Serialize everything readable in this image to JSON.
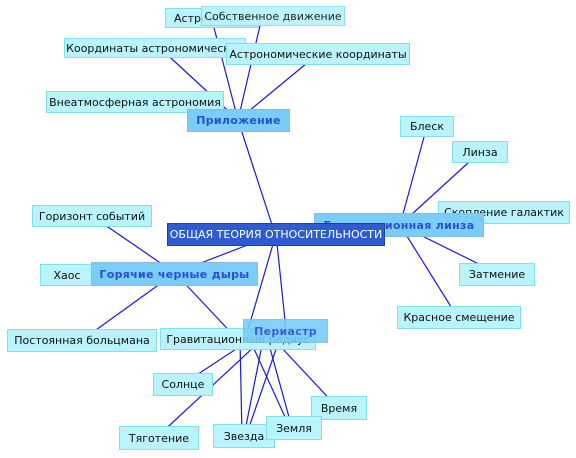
{
  "root": {
    "label": "ОБЩАЯ ТЕОРИЯ ОТНОСИТЕЛЬНОСТИ"
  },
  "hubs": {
    "application": "Приложение",
    "lens": "Гравитационная линза",
    "black_holes": "Горячие черные дыры",
    "periastron": "Периастр"
  },
  "leaves": {
    "astrometry": "Астрометрия",
    "proper_motion": "Собственное движение",
    "astro_coords_1": "Координаты астрономические",
    "astro_coords_2": "Астрономические координаты",
    "extra_atm": "Внеатмосферная астрономия",
    "brilliance": "Блеск",
    "lens_leaf": "Линза",
    "cluster": "Скопление галактик",
    "eclipse": "Затмение",
    "redshift": "Красное смещение",
    "event_horizon": "Горизонт событий",
    "chaos": "Хаос",
    "boltzmann": "Постоянная больцмана",
    "grav_radius": "Гравитационный радиус",
    "sun": "Солнце",
    "time": "Время",
    "gravity": "Тяготение",
    "star": "Звезда",
    "earth": "Земля"
  }
}
